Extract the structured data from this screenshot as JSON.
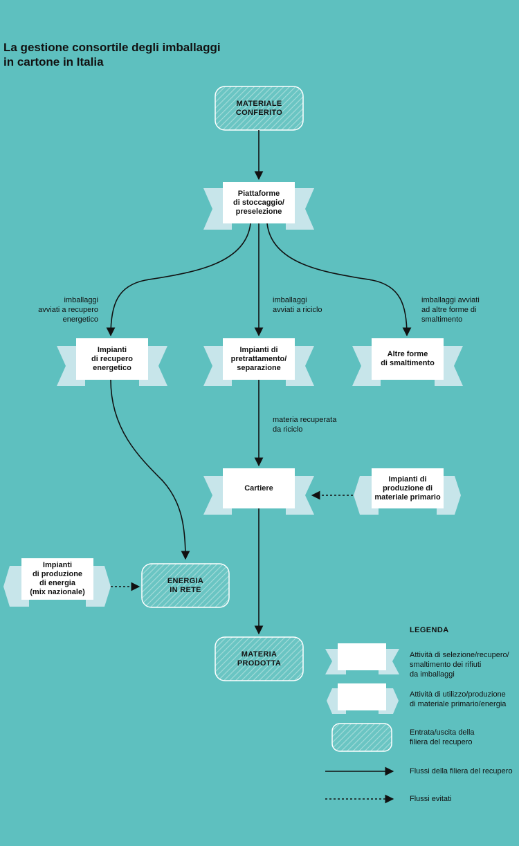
{
  "title": {
    "line1": "La gestione consortile degli imballaggi",
    "line2": "in cartone in Italia"
  },
  "nodes": {
    "materiale_conferito": [
      "MATERIALE",
      "CONFERITO"
    ],
    "piattaforme": [
      "Piattaforme",
      "di stoccaggio/",
      "preselezione"
    ],
    "recupero_energetico": [
      "Impianti",
      "di recupero",
      "energetico"
    ],
    "pretrattamento": [
      "Impianti di",
      "pretrattamento/",
      "separazione"
    ],
    "altre_forme": [
      "Altre forme",
      "di smaltimento"
    ],
    "cartiere": [
      "Cartiere"
    ],
    "materiale_primario": [
      "Impianti di",
      "produzione di",
      "materiale primario"
    ],
    "produzione_energia": [
      "Impianti",
      "di produzione",
      "di energia",
      "(mix nazionale)"
    ],
    "energia_in_rete": [
      "ENERGIA",
      "IN RETE"
    ],
    "materia_prodotta": [
      "MATERIA",
      "PRODOTTA"
    ]
  },
  "edge_labels": {
    "recupero": [
      "imballaggi",
      "avviati a recupero",
      "energetico"
    ],
    "riciclo": [
      "imballaggi",
      "avviati a riciclo"
    ],
    "smaltimento": [
      "imballaggi avviati",
      "ad altre forme di",
      "smaltimento"
    ],
    "materia_recuperata": [
      "materia recuperata",
      "da riciclo"
    ]
  },
  "legend": {
    "title": "LEGENDA",
    "items": [
      [
        "Attività di selezione/recupero/",
        "smaltimento dei rifiuti",
        "da imballaggi"
      ],
      [
        "Attività di utilizzo/produzione",
        "di materiale primario/energia"
      ],
      [
        "Entrata/uscita della",
        "filiera del recupero"
      ],
      [
        "Flussi della filiera del recupero"
      ],
      [
        "Flussi evitati"
      ]
    ]
  },
  "colors": {
    "background": "#5ec0bf",
    "ribbon": "#c7e5ea",
    "box": "#ffffff",
    "hatch_fill": "#6ac5c3",
    "hatch_line": "#9bd8d6",
    "line": "#111111"
  }
}
